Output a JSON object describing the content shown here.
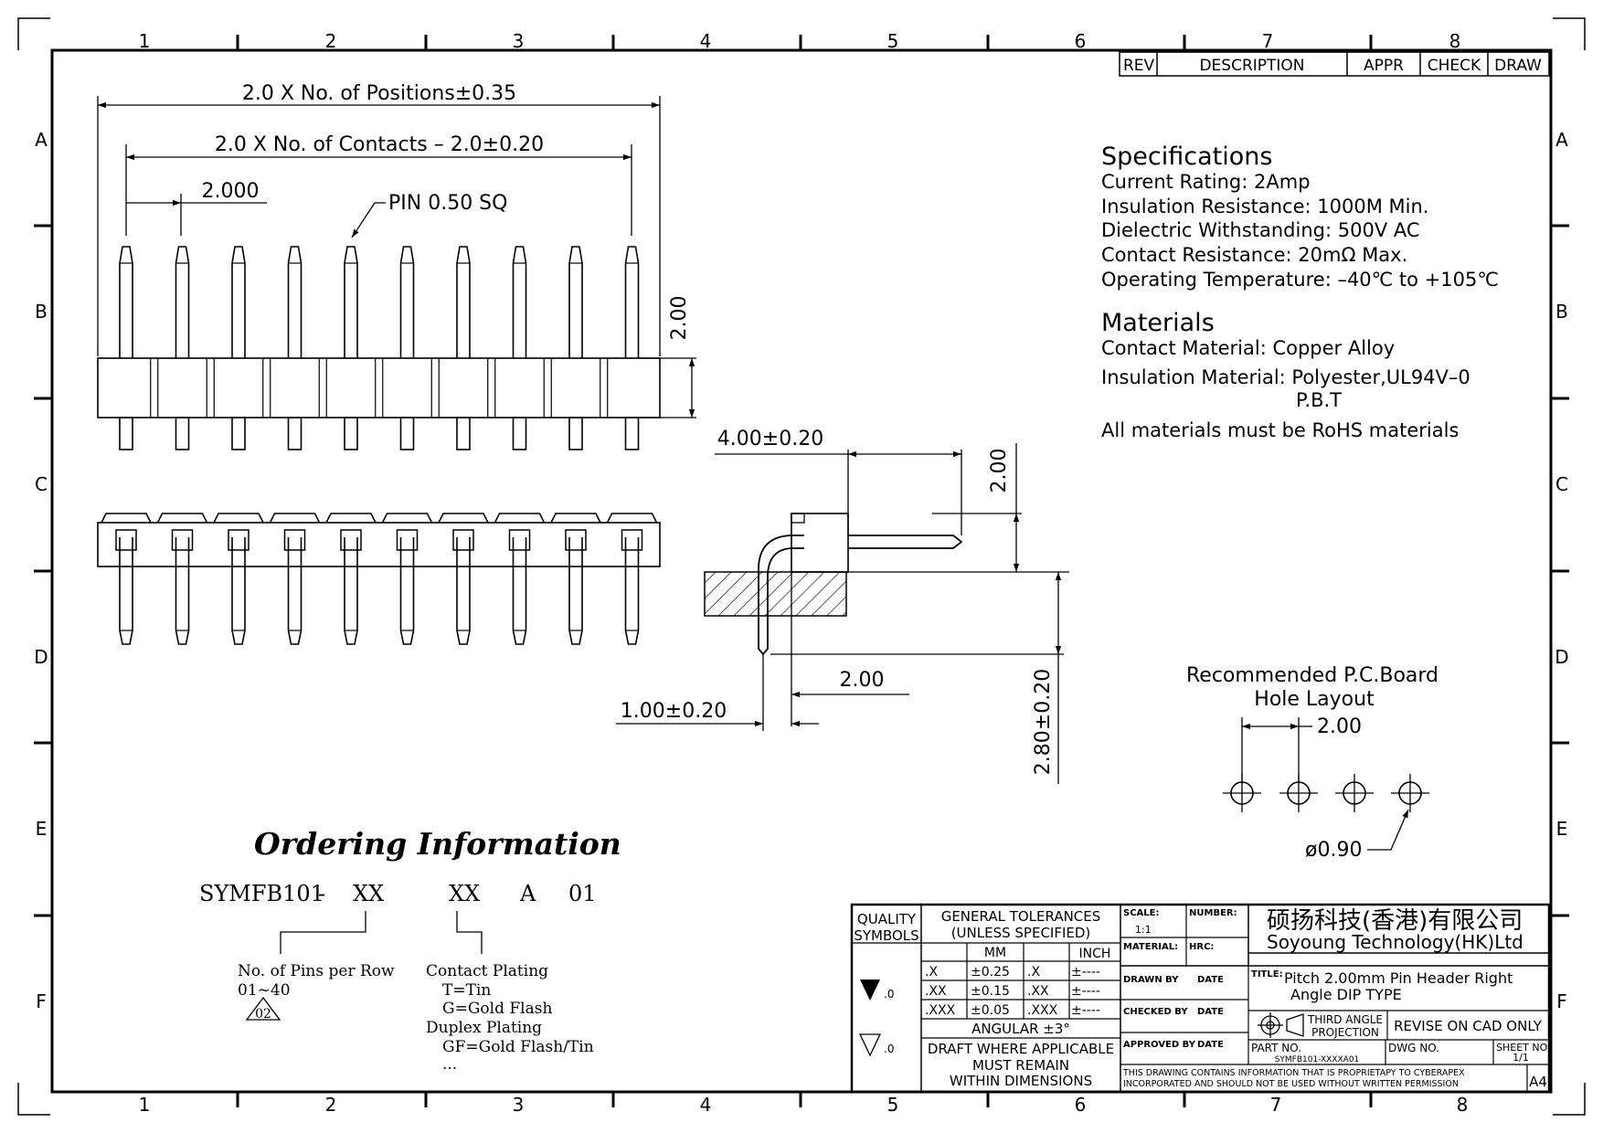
{
  "zone_columns": [
    "1",
    "2",
    "3",
    "4",
    "5",
    "6",
    "7",
    "8"
  ],
  "zone_rows": [
    "A",
    "B",
    "C",
    "D",
    "E",
    "F"
  ],
  "revision_block": {
    "rev": "REV",
    "description": "DESCRIPTION",
    "appr": "APPR",
    "check": "CHECK",
    "draw": "DRAW"
  },
  "dimensions": {
    "positions": "2.0 X No. of Positions±0.35",
    "contacts": "2.0 X No. of Contacts – 2.0±0.20",
    "pitch": "2.000",
    "pin_size": "PIN 0.50 SQ",
    "body_height": "2.00",
    "side_offset": "4.00±0.20",
    "side_height": "2.00",
    "side_tail_pitch": "2.00",
    "side_tail_width": "1.00±0.20",
    "side_tail_length": "2.80±0.20"
  },
  "specifications": {
    "heading": "Specifications",
    "lines": [
      "Current Rating:    2Amp",
      "Insulation Resistance:  1000M    Min.",
      "Dielectric Withstanding:    500V AC",
      "Contact Resistance:    20mΩ Max.",
      "Operating Temperature: –40℃ to +105℃"
    ]
  },
  "materials": {
    "heading": "Materials",
    "contact": "Contact Material:  Copper Alloy",
    "insulation": "Insulation Material:  Polyester,UL94V–0",
    "insulation_alt": "P.B.T",
    "note": "All materials must be RoHS materials"
  },
  "pcb_layout": {
    "title_line1": "Recommended P.C.Board",
    "title_line2": "Hole Layout",
    "pitch": "2.00",
    "hole": "ø0.90"
  },
  "ordering": {
    "heading": "Ordering Information",
    "code": [
      "SYMFB101",
      "-",
      "XX",
      "XX",
      "A",
      "01"
    ],
    "pins_label": "No. of Pins per Row",
    "pins_range": "01~40",
    "pins_example": "02",
    "plating": [
      "Contact Plating",
      "T=Tin",
      "G=Gold Flash",
      "Duplex Plating",
      "GF=Gold Flash/Tin",
      "..."
    ]
  },
  "title_block": {
    "quality": [
      "QUALITY",
      "SYMBOLS"
    ],
    "quality_marks": [
      ".0",
      ".0"
    ],
    "tol_heading": [
      "GENERAL TOLERANCES",
      "(UNLESS SPECIFIED)"
    ],
    "mm": "MM",
    "inch": "INCH",
    "rows": [
      {
        "d": ".X",
        "mm": "±0.25",
        "d2": ".X",
        "inch": "±----"
      },
      {
        "d": ".XX",
        "mm": "±0.15",
        "d2": ".XX",
        "inch": "±----"
      },
      {
        "d": ".XXX",
        "mm": "±0.05",
        "d2": ".XXX",
        "inch": "±----"
      }
    ],
    "angular": "ANGULAR ±3°",
    "draft": [
      "DRAFT WHERE APPLICABLE",
      "MUST REMAIN",
      "WITHIN DIMENSIONS"
    ],
    "scale_label": "SCALE:",
    "scale": "1:1",
    "number_label": "NUMBER:",
    "material_label": "MATERIAL:",
    "hrc_label": "HRC:",
    "drawn": "DRAWN BY",
    "checked": "CHECKED BY",
    "approved": "APPROVED BY",
    "date": "DATE",
    "company_cn": "硕扬科技(香港)有限公司",
    "company_en": "Soyoung Technology(HK)Ltd",
    "title_label": "TITLE:",
    "title_line1": "Pitch 2.00mm Pin Header Right",
    "title_line2": "Angle   DIP TYPE",
    "projection": [
      "THIRD ANGLE",
      "PROJECTION"
    ],
    "revise": "REVISE ON CAD ONLY",
    "part_label": "PART NO.",
    "part_no": "SYMFB101-XXXXA01",
    "dwg_label": "DWG NO.",
    "sheet_label": "SHEET NO.",
    "sheet": "1/1",
    "notice": [
      "THIS DRAWING CONTAINS INFORMATION THAT IS PROPRIETAPY TO CYBERAPEX",
      "INCORPORATED AND SHOULD NOT BE USED WITHOUT WRITTEN PERMISSION"
    ],
    "size": "A4"
  }
}
